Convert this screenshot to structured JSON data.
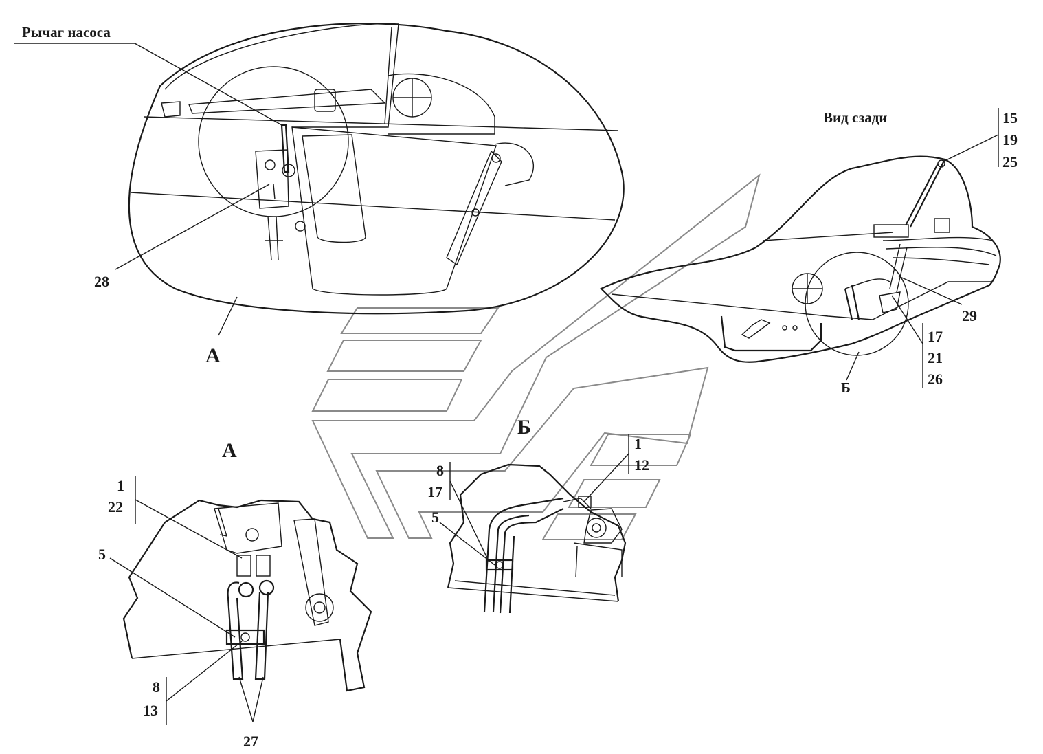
{
  "view_a": {
    "callout_pump_lever": "Рычаг насоса",
    "callout_28": "28",
    "circle_label": "А"
  },
  "view_rear": {
    "title": "Вид сзади",
    "group_top": [
      "15",
      "19",
      "25"
    ],
    "callout_29": "29",
    "group_mid": [
      "17",
      "21",
      "26"
    ],
    "circle_label": "Б"
  },
  "detail_a": {
    "title": "А",
    "group_1_22": [
      "1",
      "22"
    ],
    "callout_5": "5",
    "group_8_13": [
      "8",
      "13"
    ],
    "callout_27": "27"
  },
  "detail_b": {
    "title": "Б",
    "group_8_17": [
      "8",
      "17"
    ],
    "callout_5": "5",
    "group_1_12": [
      "1",
      "12"
    ]
  }
}
